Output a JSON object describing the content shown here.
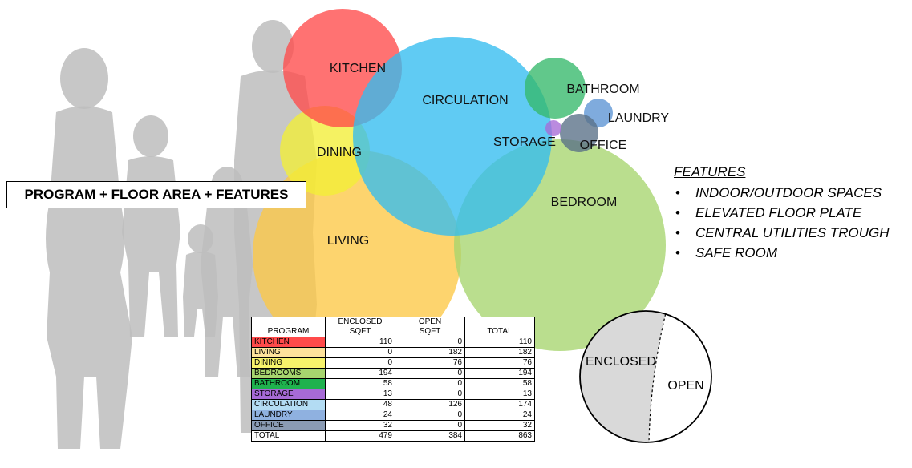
{
  "title": "PROGRAM + FLOOR AREA + FEATURES",
  "features": {
    "heading": "FEATURES",
    "items": [
      "INDOOR/OUTDOOR SPACES",
      "ELEVATED FLOOR PLATE",
      "CENTRAL UTILITIES TROUGH",
      "SAFE ROOM"
    ]
  },
  "bubbles": [
    {
      "name": "bubble-kitchen",
      "label": "KITCHEN",
      "color": "#ff4a4a"
    },
    {
      "name": "bubble-dining",
      "label": "DINING",
      "color": "#f2ee36"
    },
    {
      "name": "bubble-living",
      "label": "LIVING",
      "color": "#fcc845"
    },
    {
      "name": "bubble-circulation",
      "label": "CIRCULATION",
      "color": "#33bdf0"
    },
    {
      "name": "bubble-bedroom",
      "label": "BEDROOM",
      "color": "#a6d56e"
    },
    {
      "name": "bubble-bathroom",
      "label": "BATHROOM",
      "color": "#34b96a"
    },
    {
      "name": "bubble-laundry",
      "label": "LAUNDRY",
      "color": "#5b93d4"
    },
    {
      "name": "bubble-office",
      "label": "OFFICE",
      "color": "#587087"
    },
    {
      "name": "bubble-storage",
      "label": "STORAGE",
      "color": "#a66ad6"
    }
  ],
  "table": {
    "headers": {
      "program": "PROGRAM",
      "enclosed_top": "ENCLOSED",
      "enclosed_bottom": "SQFT",
      "open_top": "OPEN",
      "open_bottom": "SQFT",
      "total": "TOTAL"
    },
    "rows": [
      {
        "name": "KITCHEN",
        "enclosed": "110",
        "open": "0",
        "total": "110",
        "color": "#ff4a4a"
      },
      {
        "name": "LIVING",
        "enclosed": "0",
        "open": "182",
        "total": "182",
        "color": "#fde29b"
      },
      {
        "name": "DINING",
        "enclosed": "0",
        "open": "76",
        "total": "76",
        "color": "#f7f36b"
      },
      {
        "name": "BEDROOMS",
        "enclosed": "194",
        "open": "0",
        "total": "194",
        "color": "#a6d56e"
      },
      {
        "name": "BATHROOM",
        "enclosed": "58",
        "open": "0",
        "total": "58",
        "color": "#1fb24e"
      },
      {
        "name": "STORAGE",
        "enclosed": "13",
        "open": "0",
        "total": "13",
        "color": "#a66ad6"
      },
      {
        "name": "CIRCULATION",
        "enclosed": "48",
        "open": "126",
        "total": "174",
        "color": "#b3dcf3"
      },
      {
        "name": "LAUNDRY",
        "enclosed": "24",
        "open": "0",
        "total": "24",
        "color": "#8fb1e0"
      },
      {
        "name": "OFFICE",
        "enclosed": "32",
        "open": "0",
        "total": "32",
        "color": "#8a9bb4"
      },
      {
        "name": "TOTAL",
        "enclosed": "479",
        "open": "384",
        "total": "863",
        "color": "#ffffff"
      }
    ]
  },
  "pie": {
    "enclosed_label": "ENCLOSED",
    "open_label": "OPEN",
    "enclosed_value": 479,
    "open_value": 384,
    "enclosed_color": "#d9d9d9",
    "open_color": "#ffffff"
  }
}
